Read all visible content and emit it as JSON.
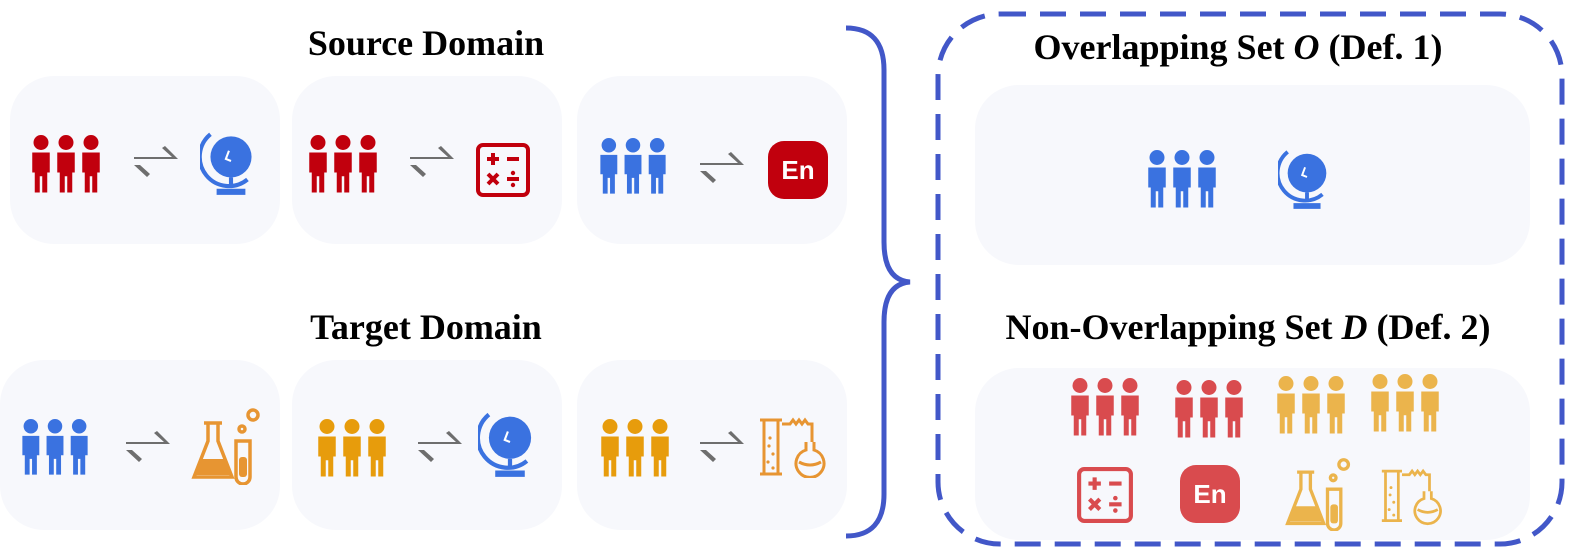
{
  "colors": {
    "red": "#c1000d",
    "blue": "#3a72e0",
    "orange": "#e79c0c",
    "light_red": "#d94b4e",
    "light_orange": "#ebb44c",
    "course_orange": "#e79532",
    "arrow_gray": "#6e6e6e",
    "bracket_blue": "#4257c8",
    "card_bg": "#f7f8fc"
  },
  "source": {
    "title": "Source Domain",
    "pairs": [
      {
        "users": "users-icon-red",
        "course": "globe-icon"
      },
      {
        "users": "users-icon-red",
        "course": "calculator-icon"
      },
      {
        "users": "users-icon-blue",
        "course": "english-icon"
      }
    ]
  },
  "target": {
    "title": "Target Domain",
    "pairs": [
      {
        "users": "users-icon-blue",
        "course": "chemistry-icon"
      },
      {
        "users": "users-icon-orange",
        "course": "globe-icon"
      },
      {
        "users": "users-icon-orange",
        "course": "lab-apparatus-icon"
      }
    ]
  },
  "overlap": {
    "title_prefix": "Overlapping Set ",
    "title_symbol": "O",
    "title_suffix": " (Def. 1)"
  },
  "nonoverlap": {
    "title_prefix": "Non-Overlapping Set ",
    "title_symbol": "D",
    "title_suffix": " (Def. 2)"
  },
  "icons": {
    "english_label": "En"
  }
}
